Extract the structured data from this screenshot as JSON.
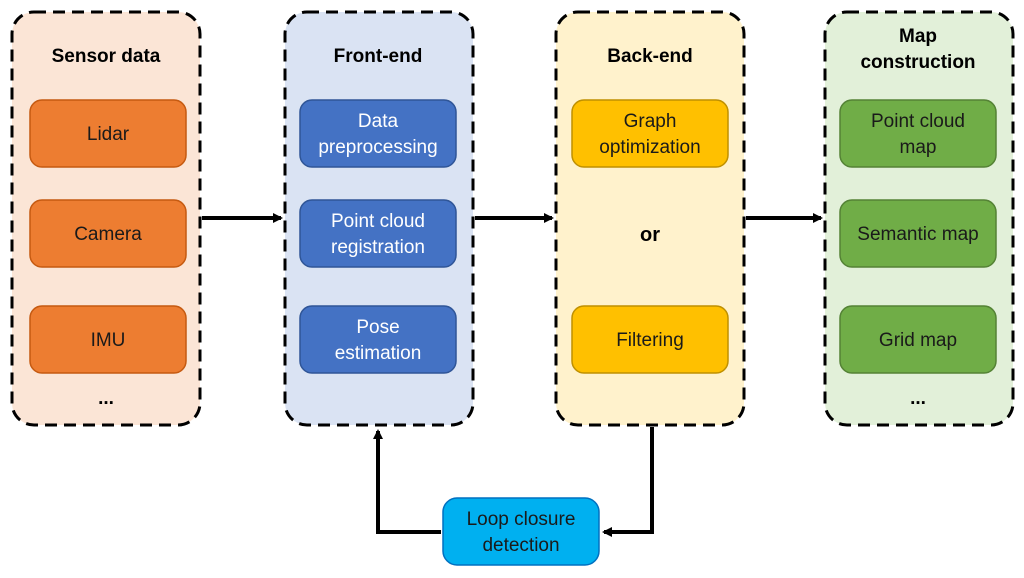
{
  "colors": {
    "sensor_bg": "#fbe5d6",
    "sensor_box": "#ed7d31",
    "front_bg": "#dae3f3",
    "front_box": "#4472c4",
    "back_bg": "#fff2cc",
    "back_box": "#ffc000",
    "map_bg": "#e2f0d9",
    "map_box": "#70ad47",
    "loop_box": "#00b0f0"
  },
  "columns": {
    "sensor": {
      "title": "Sensor data",
      "items": [
        "Lidar",
        "Camera",
        "IMU"
      ],
      "ellipsis": "..."
    },
    "frontend": {
      "title": "Front-end",
      "items": [
        [
          "Data",
          "preprocessing"
        ],
        [
          "Point cloud",
          "registration"
        ],
        [
          "Pose",
          "estimation"
        ]
      ]
    },
    "backend": {
      "title": "Back-end",
      "items": [
        [
          "Graph",
          "optimization"
        ],
        [
          "Filtering"
        ]
      ],
      "or": "or"
    },
    "map": {
      "title": [
        "Map",
        "construction"
      ],
      "items": [
        [
          "Point cloud",
          "map"
        ],
        [
          "Semantic map"
        ],
        [
          "Grid map"
        ]
      ],
      "ellipsis": "..."
    }
  },
  "loop": {
    "lines": [
      "Loop closure",
      "detection"
    ]
  }
}
